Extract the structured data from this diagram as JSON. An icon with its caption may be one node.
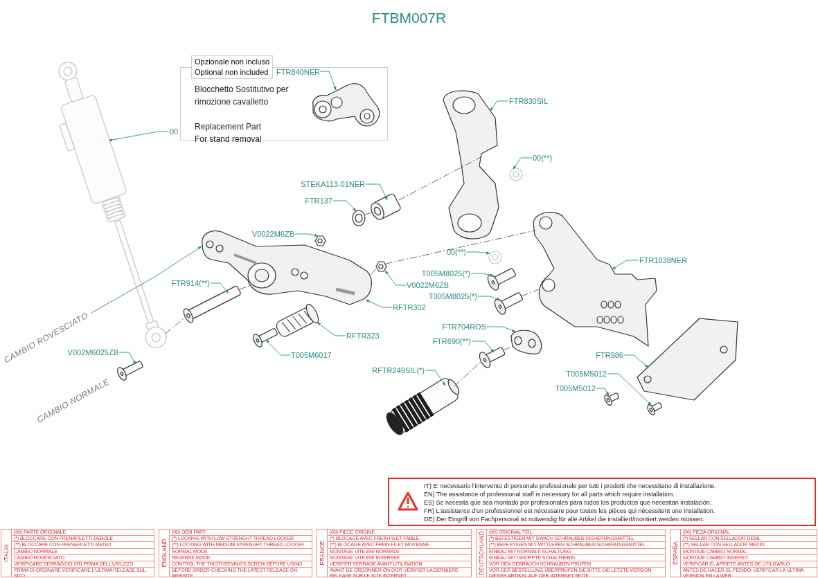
{
  "diagram": {
    "title": "FTBM007R",
    "nodes": [
      {
        "text": [
          "Opzionale non incluso",
          "Optional non included"
        ]
      },
      {
        "text": [
          "Blocchetto Sostitutivo per rimozione cavalletto",
          "Replacement Part For stand removal"
        ]
      },
      {
        "text": [
          "FTR840NER"
        ],
        "in": 1
      },
      {
        "text": [
          "00"
        ]
      },
      {
        "text": [
          "FTR830SIL"
        ]
      },
      {
        "text": [
          "00(**)"
        ]
      },
      {
        "text": [
          "STEKA113-01NER"
        ]
      },
      {
        "text": [
          "FTR137"
        ]
      },
      {
        "text": [
          "V0022M6ZB"
        ]
      },
      {
        "text": [
          "FTR914(**)"
        ]
      },
      {
        "text": [
          "00(**)"
        ]
      },
      {
        "text": [
          "T005M8025(*)"
        ]
      },
      {
        "text": [
          "FTR1038NER"
        ]
      },
      {
        "text": [
          "V0022M6ZB"
        ]
      },
      {
        "text": [
          "T005M8025(*)"
        ]
      },
      {
        "text": [
          "RFTR302"
        ]
      },
      {
        "text": [
          "RFTR323"
        ]
      },
      {
        "text": [
          "FTR704ROS"
        ]
      },
      {
        "text": [
          "CAMBIO ROVESCIATO"
        ]
      },
      {
        "text": [
          "FTR690(**)"
        ]
      },
      {
        "text": [
          "V002M6025ZB"
        ]
      },
      {
        "text": [
          "T005M6017"
        ]
      },
      {
        "text": [
          "FTR986"
        ]
      },
      {
        "text": [
          "RFTR249SIL(*)"
        ]
      },
      {
        "text": [
          "T005M5012"
        ]
      },
      {
        "text": [
          "T005M5012"
        ]
      },
      {
        "text": [
          "IT) E' necessario l'intervento di personale professionale per tutti i prodotti che necessitano di installazione.",
          "EN) The assistance of professional staff is necessary for all parts which require installation.",
          "ES) Se necesita que sea montado por profesionales para todos los productos que necesitan instalación.",
          "FR) L'assistance d'un professionnel est nécessaire pour toutes les pièces qui nécessitent une installation.",
          "DE) Der Eingriff von Fachpersonal ist notwendig für alle Artikel die installiert/montiert werden müssen."
        ]
      },
      {
        "text": [
          "ITALIA",
          "(00) PARTE ORIGINALE",
          "(*) BLOCCARE CON FRENAFILETTI DEBOLE",
          "(**) BLOCCARE CON FRENAFILETTI MEDIO",
          "CAMBIO NORMALE",
          "CAMBIO ROVESCIATO",
          "VERIFICARE SERRAGGIO VITI PRIMA DELL'UTILIZZO",
          "PRIMA DI ORDINARE VERIFICARE L'ULTIMA RELEASE SUL SITO"
        ]
      },
      {
        "text": [
          "ENGLAND",
          "(00) OEM PART",
          "(*) LOCKING WITH LOW STRENGHT THREAD LOCKER",
          "(**) LOCKING WITH MEDIUM STRENGHT THREAD LOCKER",
          "NORMAL MODE",
          "REVERSE MODE",
          "CONTROL THE THIGTHTENING'S SCREW BEFORE USING",
          "BEFORE ORDER CHECKING THE LATEST RELEASE ON WEBSITE"
        ]
      },
      {
        "text": [
          "FRANCE",
          "(00) PIECE ORIGINE",
          "(*) BLOCAGE AVEC FREIN FILET FAIBLE",
          "(**) BLOCAGE AVEC FREIN FILET MOYENNE",
          "MONTAGE VITESSE NORMALE",
          "MONTAGE VITESSE INVERSEE",
          "VERIFIER SERRAGE AVANT UTILISATION",
          "AVANT DE ORDONNER ON DOIT VÉRIFIER LA DERNIÈRE RELEASE SUR LE SITE INTERNET"
        ]
      },
      {
        "text": [
          "DEUTSCHLAND",
          "(00) ORIGINAL TEIL",
          "(*) BEFESTIGEN MIT SWACH SCHRAUBEN SICHERUNGSMITTEL",
          "(**) BEFESTIGEN MIT MITTLEREN SCHRAUBEN SICHERUNGSMITTEL",
          "EINBAU MIT NORMALE SCHALTUNG",
          "EINBAU MIT GEKIPPTE SCHALTHEBEL",
          "VOR DEN GEBRAUCH SCHRAUBEN PRÜFEN",
          "VOR DER BESTELLUNG ÜBERPRÜFEN SIE BITTE DIE LETZTE VERSION DIESER ARTIKEL AUF DER INTERNET SEITE"
        ]
      },
      {
        "text": [
          "ESPAÑA",
          "(00) PIEZA ORIGINAL",
          "(*) SELLAR CON SELLADOR DEBIL",
          "(**) SELLAR CON SELLADOR MEDIO",
          "MONTAJE CAMBIO NORMAL",
          "MONTAJE CAMBIO INVERSO",
          "VERIFICAR EL APRIETE ANTES DE UTILIZARLO",
          "ANTES DE HACER EL PEDIDO, VERIFICAR LA ULTIMA VERSION EN LA WEB"
        ]
      },
      {
        "text": [],
        "shape": "picture",
        "in": 1
      },
      {
        "text": [],
        "shape": "picture"
      },
      {
        "text": [],
        "shape": "picture"
      },
      {
        "text": [],
        "shape": "picture"
      },
      {
        "text": [],
        "shape": "picture"
      },
      {
        "text": [],
        "shape": "picture"
      },
      {
        "text": [],
        "shape": "picture"
      },
      {
        "text": [],
        "shape": "picture"
      },
      {
        "text": [],
        "shape": "picture"
      },
      {
        "text": [],
        "shape": "picture"
      },
      {
        "text": [],
        "shape": "picture"
      },
      {
        "text": [],
        "shape": "picture"
      },
      {
        "text": [],
        "shape": "picture"
      },
      {
        "text": [],
        "shape": "picture"
      },
      {
        "text": [],
        "shape": "picture"
      },
      {
        "text": [],
        "shape": "picture"
      },
      {
        "text": [],
        "shape": "picture"
      },
      {
        "text": [],
        "shape": "picture"
      },
      {
        "text": [],
        "shape": "picture"
      },
      {
        "text": [],
        "shape": "picture"
      },
      {
        "text": [],
        "shape": "picture"
      },
      {
        "text": [],
        "shape": "picture"
      },
      {
        "text": [],
        "shape": "picture"
      }
    ],
    "edges": [
      {
        "from": 2,
        "to": 32,
        "arrow": "to"
      },
      {
        "from": 3,
        "to": 33,
        "arrow": "to"
      },
      {
        "from": 4,
        "to": 34,
        "arrow": "to"
      },
      {
        "from": 5,
        "to": 35,
        "arrow": "to"
      },
      {
        "from": 6,
        "to": 36,
        "arrow": "to"
      },
      {
        "from": 7,
        "to": 37,
        "arrow": "to"
      },
      {
        "from": 8,
        "to": 38,
        "arrow": "to"
      },
      {
        "from": 9,
        "to": 39,
        "arrow": "to"
      },
      {
        "from": 10,
        "to": 40,
        "arrow": "to"
      },
      {
        "from": 11,
        "to": 41,
        "arrow": "to"
      },
      {
        "from": 12,
        "to": 42,
        "arrow": "to"
      },
      {
        "from": 13,
        "to": 43,
        "arrow": "to"
      },
      {
        "from": 14,
        "to": 44,
        "arrow": "to"
      },
      {
        "from": 15,
        "to": 45,
        "arrow": "to"
      },
      {
        "from": 16,
        "to": 46,
        "arrow": "to"
      },
      {
        "from": 17,
        "to": 47,
        "arrow": "to"
      },
      {
        "from": 18,
        "to": 45,
        "arrow": "to"
      },
      {
        "from": 19,
        "to": 48,
        "arrow": "to"
      },
      {
        "from": 20,
        "to": 49,
        "arrow": "to"
      },
      {
        "from": 21,
        "to": 50,
        "arrow": "to"
      },
      {
        "from": 22,
        "to": 51,
        "arrow": "to"
      },
      {
        "from": 23,
        "to": 52,
        "arrow": "to"
      },
      {
        "from": 24,
        "to": 53,
        "arrow": "to"
      },
      {
        "from": 25,
        "to": 54,
        "arrow": "to"
      },
      {
        "from": 33,
        "to": 39,
        "arrow": "none",
        "style": "dashed",
        "color": "#555555"
      },
      {
        "from": 39,
        "to": 45,
        "arrow": "none",
        "style": "dashed",
        "color": "#555555"
      },
      {
        "from": 45,
        "to": 43,
        "arrow": "none",
        "style": "dashed",
        "color": "#555555"
      },
      {
        "from": 37,
        "to": 36,
        "arrow": "none",
        "style": "dashed",
        "color": "#555555"
      },
      {
        "from": 36,
        "to": 34,
        "arrow": "none",
        "style": "dashed",
        "color": "#555555"
      },
      {
        "from": 43,
        "to": 42,
        "arrow": "none",
        "style": "dashed",
        "color": "#555555"
      },
      {
        "from": 44,
        "to": 42,
        "arrow": "none",
        "style": "dashed",
        "color": "#555555"
      },
      {
        "from": 52,
        "to": 48,
        "arrow": "none",
        "style": "dashed",
        "color": "#555555"
      },
      {
        "from": 48,
        "to": 47,
        "arrow": "none",
        "style": "dashed",
        "color": "#555555"
      }
    ],
    "labels": [
      "CAMBIO NORMALE"
    ]
  }
}
